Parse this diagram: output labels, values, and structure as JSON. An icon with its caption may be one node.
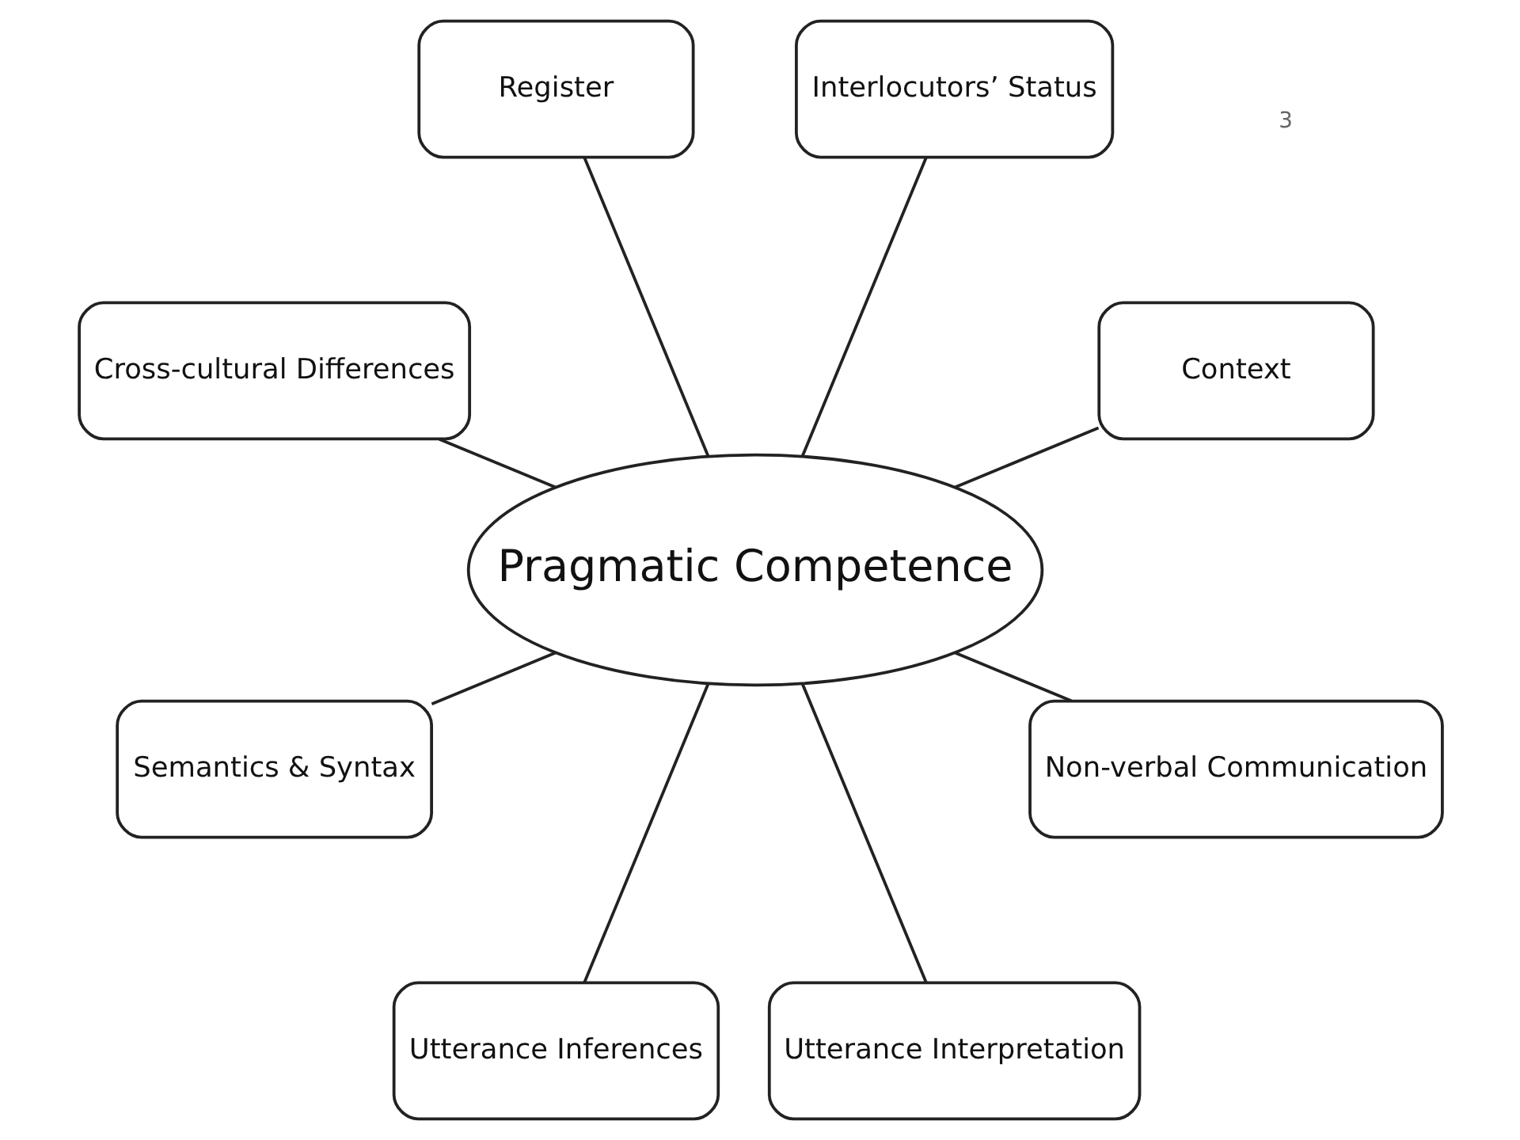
{
  "diagram": {
    "nodes": [
      {
        "text": [
          "Pragmatic Competence"
        ]
      },
      {
        "text": [
          "Context"
        ]
      },
      {
        "text": [
          "Interlocutors’ Status"
        ]
      },
      {
        "text": [
          "Register"
        ]
      },
      {
        "text": [
          "Cross-cultural Differences"
        ]
      },
      {
        "text": [
          "Semantics & Syntax"
        ]
      },
      {
        "text": [
          "Utterance Inferences"
        ]
      },
      {
        "text": [
          "Utterance Interpretation"
        ]
      },
      {
        "text": [
          "Non-verbal Communication"
        ]
      }
    ],
    "edges": [
      {
        "from": 0,
        "to": 1,
        "arrow": "none"
      },
      {
        "from": 0,
        "to": 2,
        "arrow": "none"
      },
      {
        "from": 0,
        "to": 3,
        "arrow": "none"
      },
      {
        "from": 0,
        "to": 4,
        "arrow": "none"
      },
      {
        "from": 0,
        "to": 5,
        "arrow": "none"
      },
      {
        "from": 0,
        "to": 6,
        "arrow": "none"
      },
      {
        "from": 0,
        "to": 7,
        "arrow": "none"
      },
      {
        "from": 0,
        "to": 8,
        "arrow": "none"
      }
    ],
    "labels": [
      "3"
    ]
  }
}
